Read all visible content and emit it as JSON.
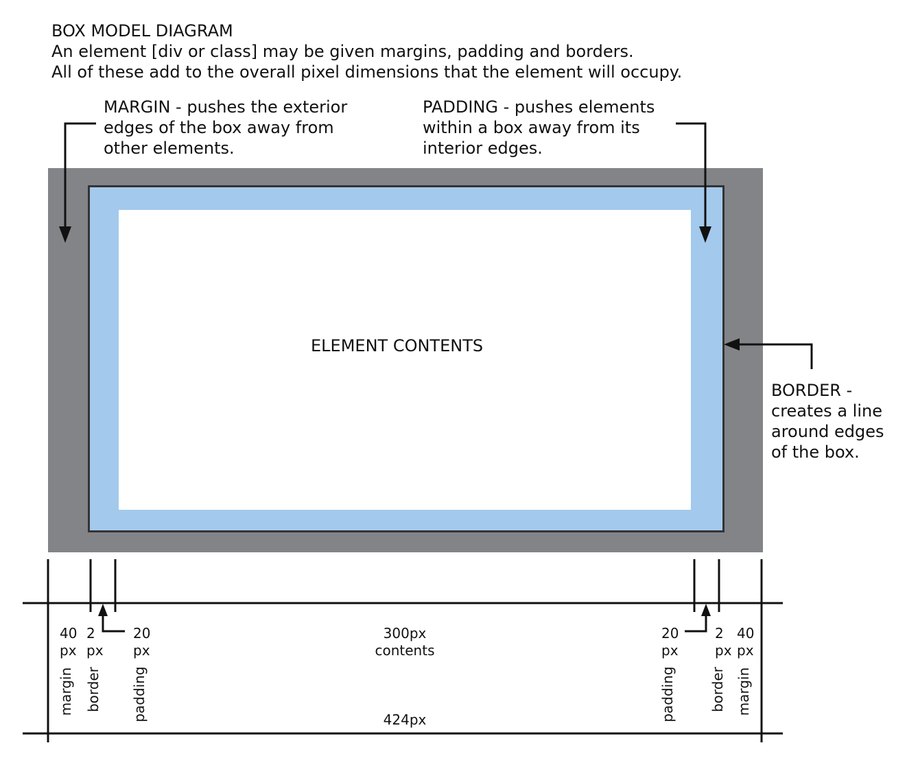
{
  "header": {
    "title": "BOX MODEL DIAGRAM",
    "line1": "An element [div or class] may be given margins, padding and borders.",
    "line2": "All of these add to the overall pixel dimensions that the element will occupy."
  },
  "callouts": {
    "margin": [
      "MARGIN - pushes the exterior",
      "edges of the box away from",
      "other elements."
    ],
    "padding": [
      "PADDING - pushes elements",
      "within a box away from its",
      "interior edges."
    ],
    "border": [
      "BORDER -",
      "creates a line",
      "around edges",
      "of the box."
    ]
  },
  "box": {
    "contents_label": "ELEMENT CONTENTS",
    "colors": {
      "margin": "#838488",
      "padding": "#a3c9ec",
      "border": "#333333",
      "content": "#ffffff"
    }
  },
  "measurements": {
    "left_margin": {
      "value": "40",
      "unit": "px",
      "name": "margin"
    },
    "left_border": {
      "value": "2",
      "unit": "px",
      "name": "border"
    },
    "left_padding": {
      "value": "20",
      "unit": "px",
      "name": "padding"
    },
    "contents": {
      "value": "300px",
      "name": "contents"
    },
    "right_padding": {
      "value": "20",
      "unit": "px",
      "name": "padding"
    },
    "right_border": {
      "value": "2",
      "unit": "px",
      "name": "border"
    },
    "right_margin": {
      "value": "40",
      "unit": "px",
      "name": "margin"
    },
    "total": "424px"
  }
}
